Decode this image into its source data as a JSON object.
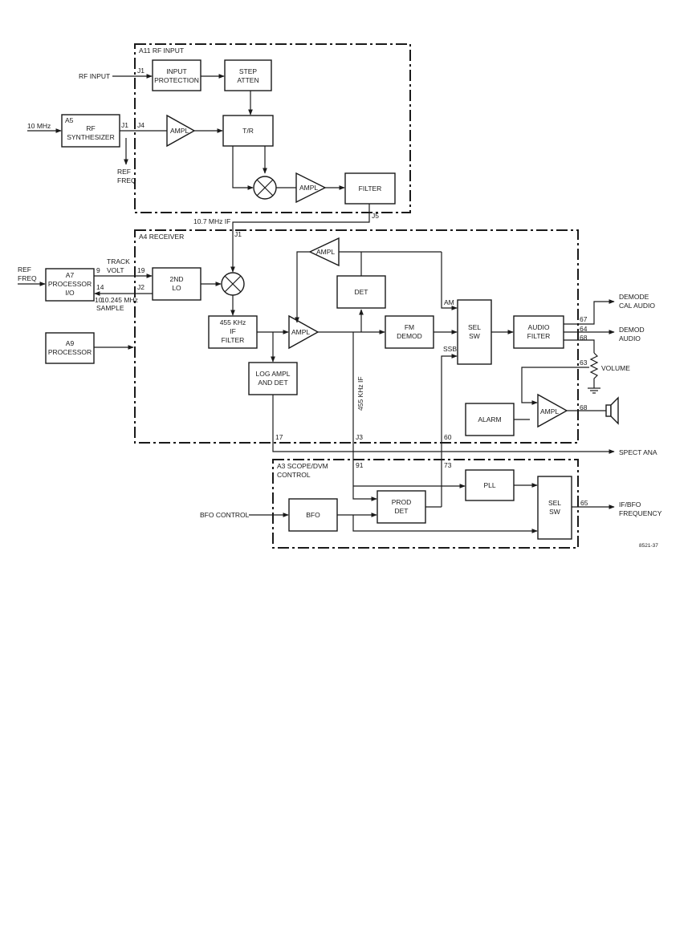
{
  "modules": {
    "a11": "A11 RF INPUT",
    "a4": "A4 RECEIVER",
    "a3": [
      "A3 SCOPE/DVM",
      "CONTROL"
    ]
  },
  "blocks": {
    "input_protection": [
      "INPUT",
      "PROTECTION"
    ],
    "step_atten": [
      "STEP",
      "ATTEN"
    ],
    "a5_rf_synth": [
      "A5",
      "RF",
      "SYNTHESIZER"
    ],
    "ampl_a11": [
      "AMPL"
    ],
    "tr": [
      "T/R"
    ],
    "ampl_a11_b": [
      "AMPL"
    ],
    "filter_a11": [
      "FILTER"
    ],
    "a7_processor": [
      "A7",
      "PROCESSOR",
      "I/O"
    ],
    "second_lo": [
      "2ND",
      "LO"
    ],
    "if_filter_455": [
      "455 KHz",
      "IF",
      "FILTER"
    ],
    "a9_processor": [
      "A9",
      "PROCESSOR"
    ],
    "ampl_top": [
      "AMPL"
    ],
    "det": [
      "DET"
    ],
    "ampl_mid": [
      "AMPL"
    ],
    "fm_demod": [
      "FM",
      "DEMOD"
    ],
    "sel_sw_a4": [
      "SEL",
      "SW"
    ],
    "audio_filter": [
      "AUDIO",
      "FILTER"
    ],
    "log_ampl": [
      "LOG AMPL",
      "AND DET"
    ],
    "alarm": [
      "ALARM"
    ],
    "ampl_spk": [
      "AMPL"
    ],
    "bfo": [
      "BFO"
    ],
    "prod_det": [
      "PROD",
      "DET"
    ],
    "pll": [
      "PLL"
    ],
    "sel_sw_a3": [
      "SEL",
      "SW"
    ]
  },
  "signals": {
    "rf_input": "RF INPUT",
    "ten_mhz": "10 MHz",
    "ref_freq_out": [
      "REF",
      "FREQ"
    ],
    "if_107": "10.7 MHz IF",
    "ref_freq_in": [
      "REF",
      "FREQ"
    ],
    "track_volt": [
      "TRACK",
      "VOLT"
    ],
    "sample": [
      "10.245 MHz",
      "SAMPLE"
    ],
    "am": "AM",
    "ssb": "SSB",
    "if_455_vertical": "455 KHz IF",
    "demode_cal_audio": [
      "DEMODE",
      "CAL AUDIO"
    ],
    "demod_audio": [
      "DEMOD",
      "AUDIO"
    ],
    "volume": "VOLUME",
    "spect_ana": "SPECT ANA",
    "bfo_control": "BFO CONTROL",
    "if_bfo_frequency": [
      "IF/BFO",
      "FREQUENCY"
    ]
  },
  "pins": {
    "j1_rf": "J1",
    "j1_synth": "J1",
    "j4": "J4",
    "j5": "J5",
    "j1_rx": "J1",
    "p9": "9",
    "p19": "19",
    "p14": "14",
    "j2": "J2",
    "p10": "10",
    "p67": "67",
    "p64": "64",
    "p68a": "68",
    "p63": "63",
    "p68b": "68",
    "p17": "17",
    "j3": "J3",
    "p60": "60",
    "p91": "91",
    "p73": "73",
    "p65": "65"
  },
  "figure_id": "8521-37"
}
